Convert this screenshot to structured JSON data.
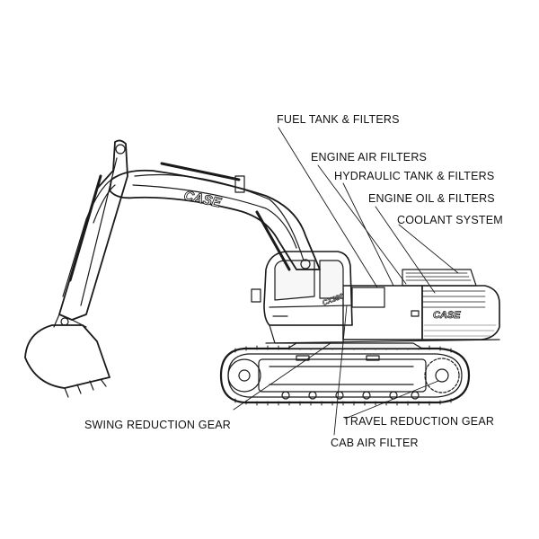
{
  "labels": {
    "fuel_tank": "FUEL TANK & FILTERS",
    "engine_air": "ENGINE AIR FILTERS",
    "hydraulic_tank": "HYDRAULIC TANK & FILTERS",
    "engine_oil": "ENGINE OIL & FILTERS",
    "coolant": "COOLANT SYSTEM",
    "swing_reduction": "SWING REDUCTION GEAR",
    "travel_reduction": "TRAVEL REDUCTION GEAR",
    "cab_air": "CAB AIR FILTER"
  },
  "machine": {
    "boom_brand": "CASE",
    "housing_brand": "CASE",
    "model": "CX330"
  },
  "colors": {
    "line": "#1a1a1a",
    "shade": "#d6d6d6",
    "background": "#ffffff"
  }
}
